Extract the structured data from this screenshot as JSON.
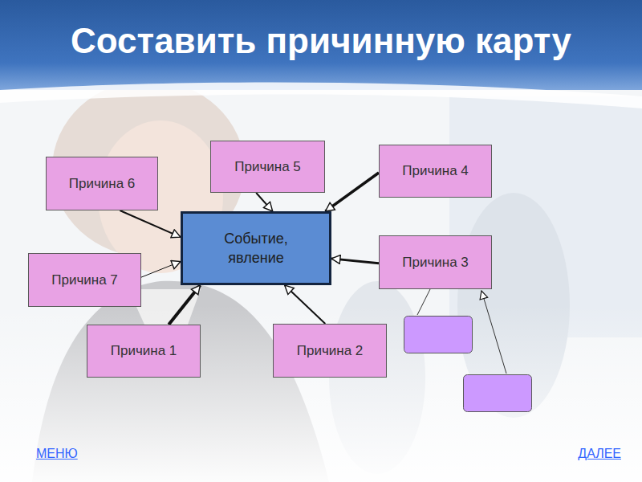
{
  "diagram": {
    "title": "Составить причинную карту",
    "nodes": [
      {
        "text": [
          "Причина 6"
        ]
      },
      {
        "text": [
          "Причина 5"
        ]
      },
      {
        "text": [
          "Причина 4"
        ]
      },
      {
        "text": [
          "Причина 7"
        ]
      },
      {
        "text": [
          "Событие, явление"
        ]
      },
      {
        "text": [
          "Причина 3"
        ]
      },
      {
        "text": [
          "Причина 1"
        ]
      },
      {
        "text": [
          "Причина 2"
        ]
      }
    ],
    "edges": [
      {
        "from": 0,
        "to": 4,
        "arrow": "to"
      },
      {
        "from": 1,
        "to": 4,
        "arrow": "to"
      },
      {
        "from": 2,
        "to": 4,
        "arrow": "to"
      },
      {
        "from": 3,
        "to": 4,
        "arrow": "to"
      },
      {
        "from": 5,
        "to": 4,
        "arrow": "to"
      },
      {
        "from": 6,
        "to": 4,
        "arrow": "to"
      },
      {
        "from": 7,
        "to": 4,
        "arrow": "to"
      }
    ],
    "labels": [
      "МЕНЮ",
      "ДАЛЕЕ"
    ]
  }
}
